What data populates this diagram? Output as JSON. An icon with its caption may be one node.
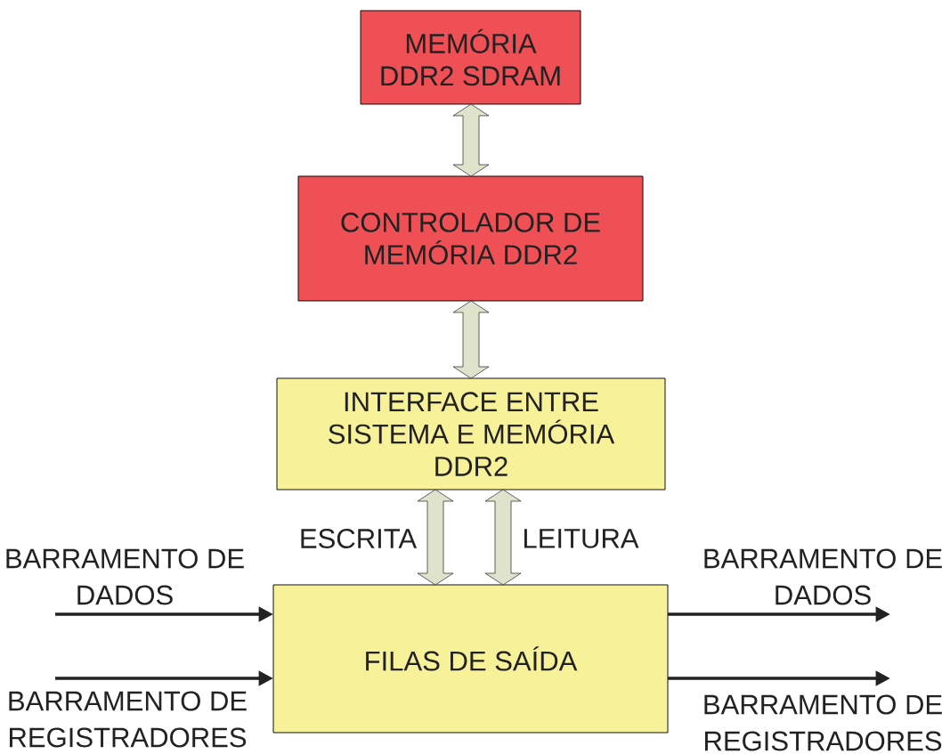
{
  "diagram": {
    "nodes": [
      {
        "text": [
          "MEMÓRIA DDR2 SDRAM"
        ]
      },
      {
        "text": [
          "CONTROLADOR DE MEMÓRIA DDR2"
        ]
      },
      {
        "text": [
          "INTERFACE ENTRE SISTEMA E MEMÓRIA DDR2"
        ]
      },
      {
        "text": [
          "FILAS DE SAÍDA"
        ]
      }
    ],
    "edges": [
      {
        "from": 0,
        "to": 1,
        "arrow": "both",
        "color": "#dfe3cc"
      },
      {
        "from": 1,
        "to": 2,
        "arrow": "both",
        "color": "#dfe3cc"
      },
      {
        "from": 3,
        "to": 2,
        "arrow": "both",
        "label": "ESCRITA",
        "color": "#dfe3cc"
      },
      {
        "from": 3,
        "to": 2,
        "arrow": "both",
        "label": "LEITURA",
        "color": "#dfe3cc"
      },
      {
        "from": null,
        "to": 3,
        "arrow": "to",
        "label": "BARRAMENTO DE DADOS"
      },
      {
        "from": null,
        "to": 3,
        "arrow": "to",
        "label": "BARRAMENTO DE REGISTRADORES"
      },
      {
        "from": 3,
        "to": null,
        "arrow": "to",
        "label": "BARRAMENTO DE DADOS"
      },
      {
        "from": 3,
        "to": null,
        "arrow": "to",
        "label": "BARRAMENTO DE REGISTRADORES"
      }
    ]
  }
}
